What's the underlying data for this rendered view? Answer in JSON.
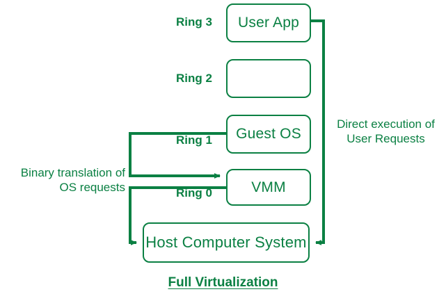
{
  "diagram": {
    "title": "Full Virtualization",
    "accent_color": "#0B8043",
    "background_color": "#FFFFFF",
    "type": "block-diagram",
    "boxes": [
      {
        "id": "user-app",
        "label": "User App",
        "ring": "Ring 3"
      },
      {
        "id": "ring2-box",
        "label": "",
        "ring": "Ring 2"
      },
      {
        "id": "guest-os",
        "label": "Guest OS",
        "ring": "Ring 1"
      },
      {
        "id": "vmm",
        "label": "VMM",
        "ring": "Ring 0"
      },
      {
        "id": "host",
        "label": "Host Computer System",
        "ring": ""
      }
    ],
    "ring_labels": {
      "ring3": "Ring 3",
      "ring2": "Ring 2",
      "ring1": "Ring 1",
      "ring0": "Ring 0"
    },
    "annotations": {
      "left_note_line1": "Binary translation of",
      "left_note_line2": "OS requests",
      "right_note_line1": "Direct execution of",
      "right_note_line2": "User Requests"
    },
    "flows": [
      {
        "id": "guestos-to-vmm",
        "from": "Guest OS",
        "to": "VMM",
        "note": "Binary translation of OS requests"
      },
      {
        "id": "vmm-to-host",
        "from": "VMM",
        "to": "Host Computer System",
        "note": "Binary translation of OS requests"
      },
      {
        "id": "userapp-to-host",
        "from": "User App",
        "to": "Host Computer System",
        "note": "Direct execution of User Requests"
      }
    ]
  }
}
